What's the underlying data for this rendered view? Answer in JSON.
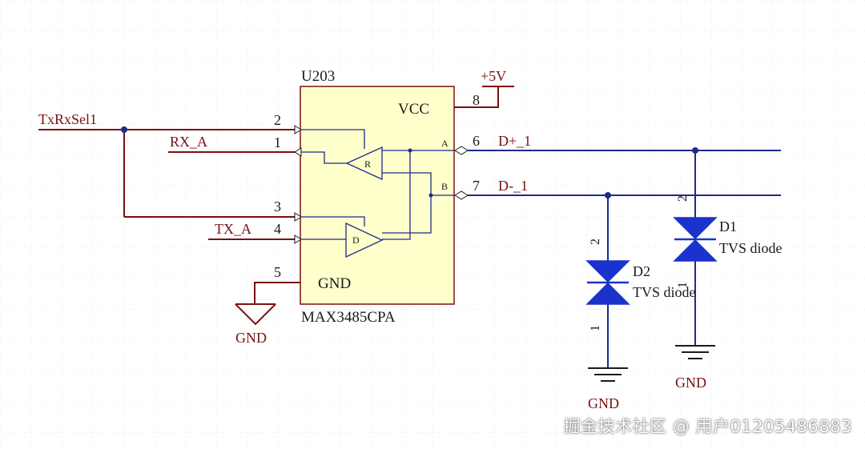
{
  "schematic": {
    "chip": {
      "designator": "U203",
      "part_number": "MAX3485CPA",
      "vcc_label": "VCC",
      "gnd_label": "GND",
      "receiver_label": "R",
      "driver_label": "D",
      "pin_a_label": "A",
      "pin_b_label": "B",
      "pins": [
        "2",
        "1",
        "3",
        "4",
        "5",
        "8",
        "6",
        "7"
      ]
    },
    "nets": {
      "txrxsel": "TxRxSel1",
      "rx": "RX_A",
      "tx": "TX_A",
      "d_plus": "D+_1",
      "d_minus": "D-_1"
    },
    "power": {
      "supply": "+5V",
      "ground_chip": "GND",
      "ground_d2": "GND",
      "ground_d1": "GND"
    },
    "diodes": [
      {
        "designator": "D2",
        "type": "TVS diode",
        "pin_top": "2",
        "pin_bottom": "1"
      },
      {
        "designator": "D1",
        "type": "TVS diode",
        "pin_top": "2",
        "pin_bottom": "1"
      }
    ],
    "colors": {
      "wire": "#1f2a8a",
      "chip_fill": "#ffffcc",
      "chip_border": "#7a1010",
      "diode": "#1a33cc",
      "grid": "#e8e8e8"
    }
  },
  "watermark": "掘金技术社区 @ 用户01205486883"
}
